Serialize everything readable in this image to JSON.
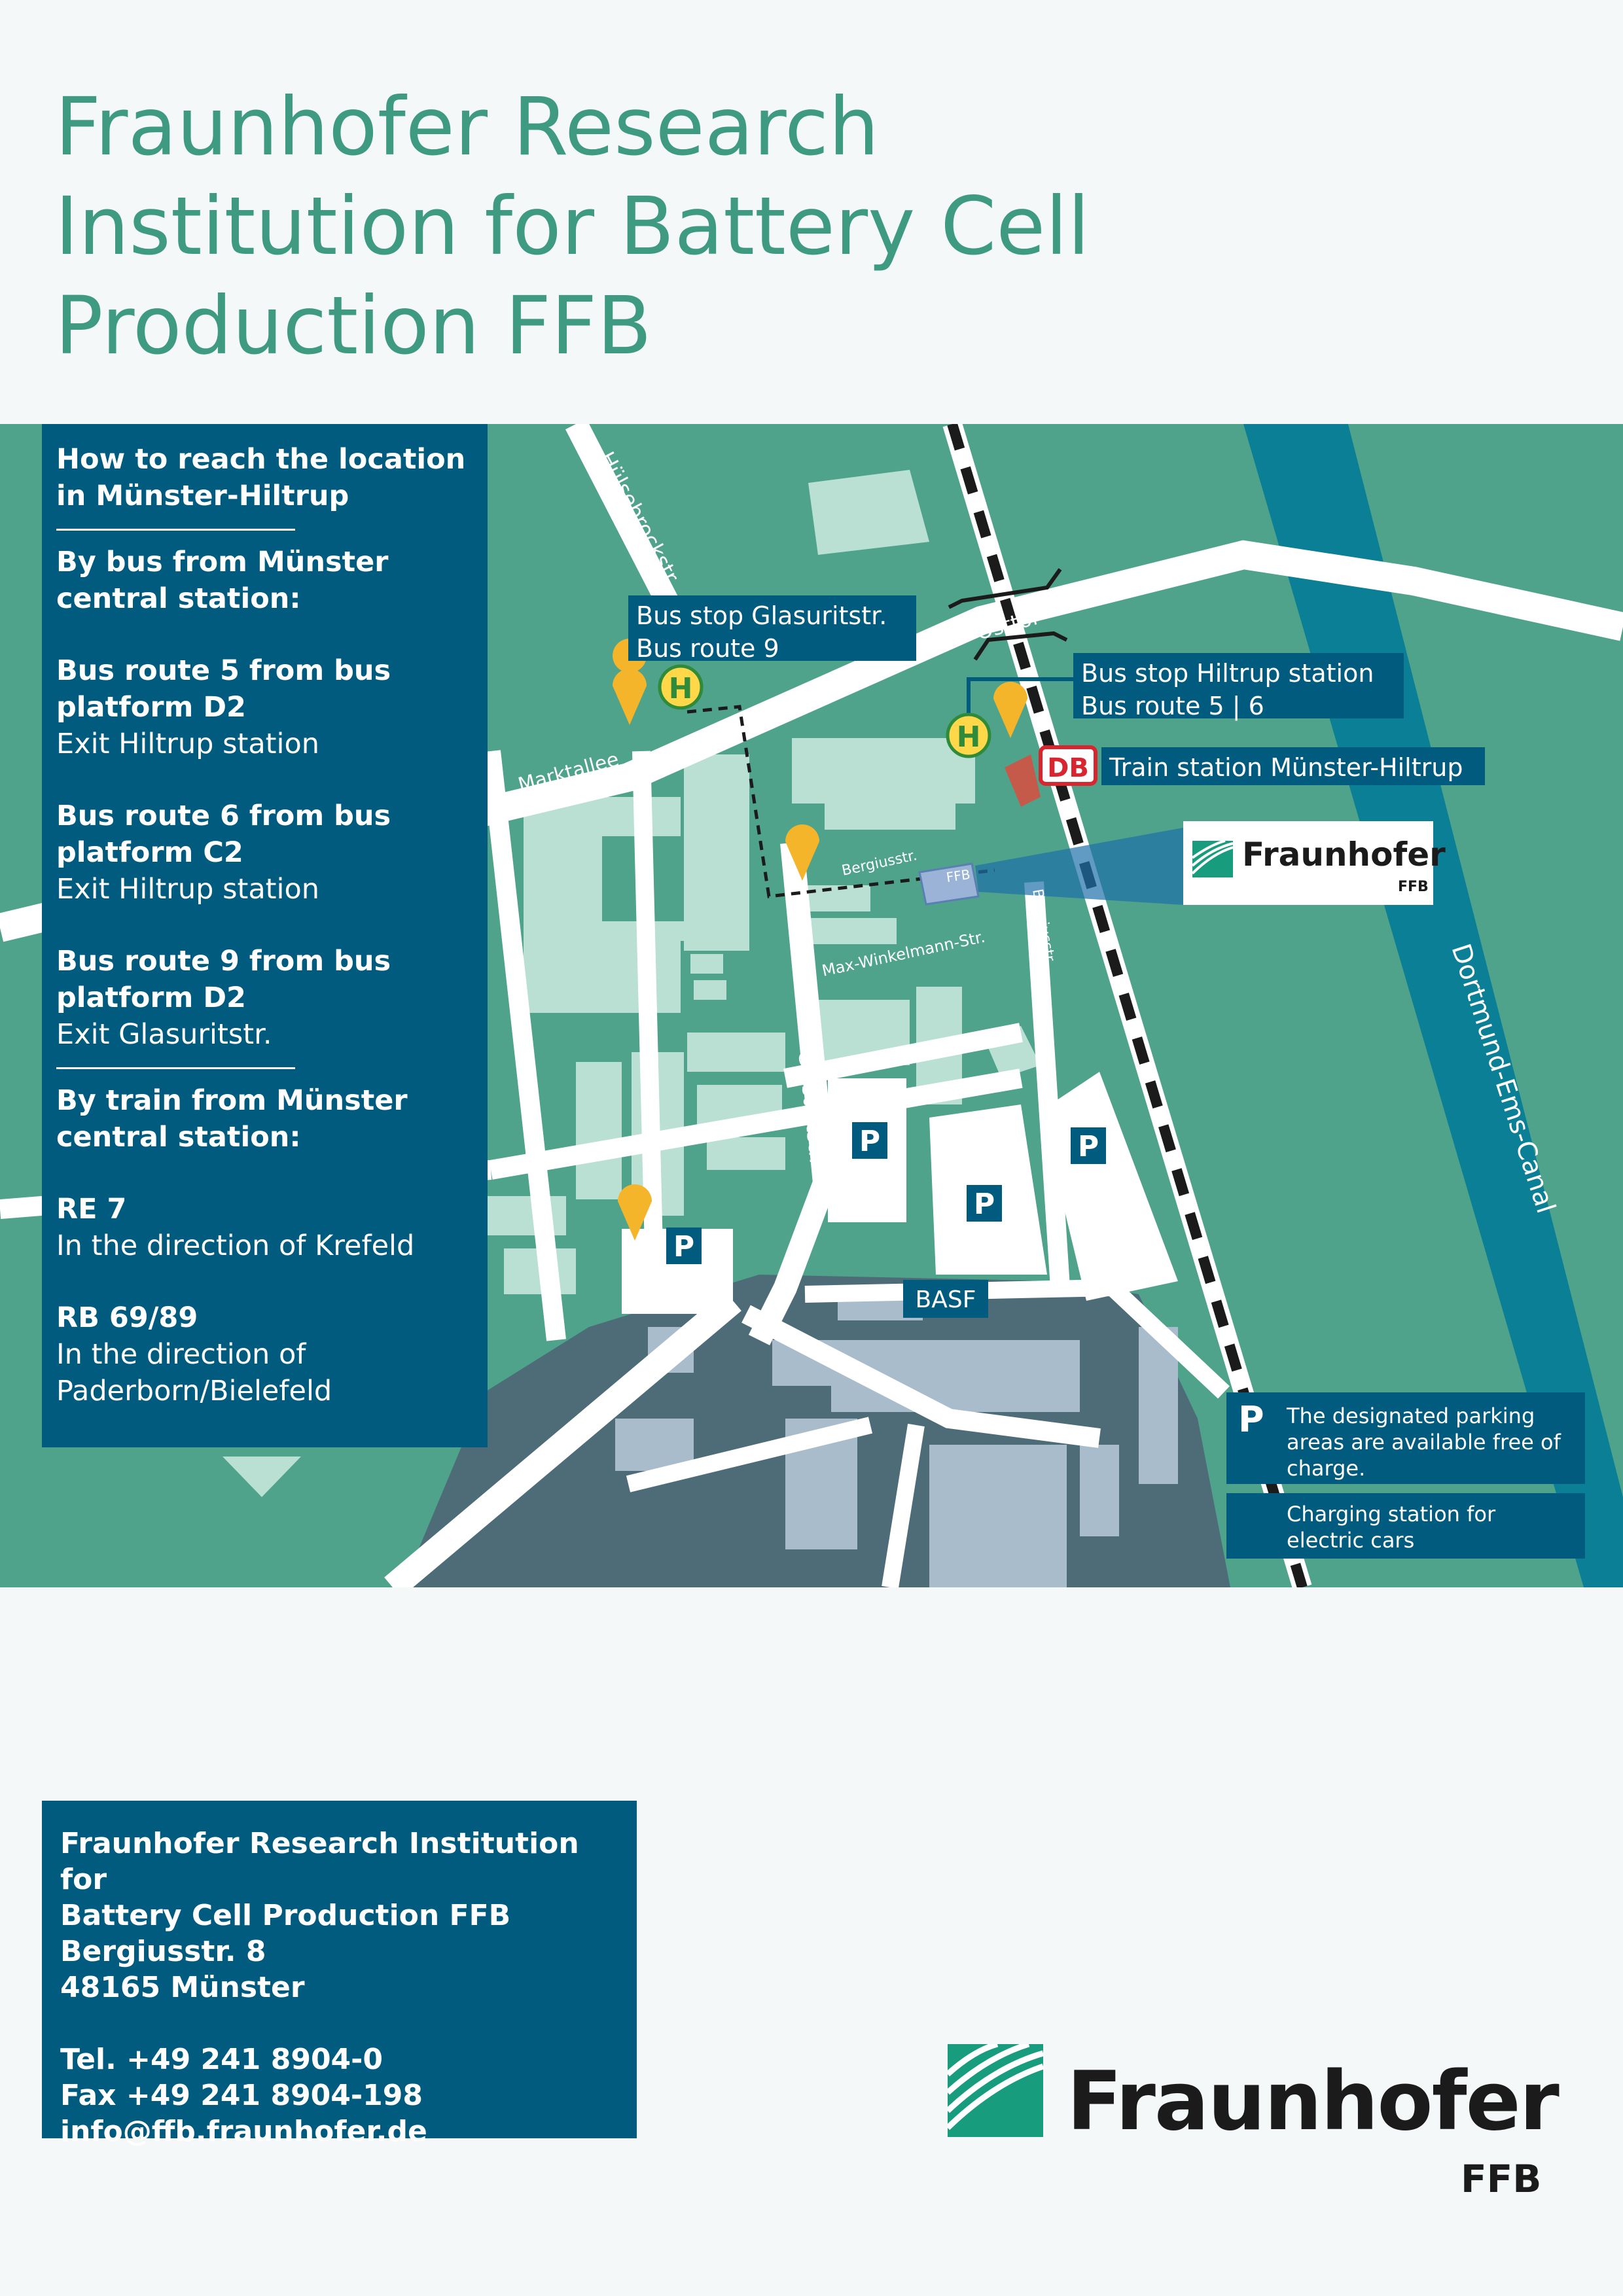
{
  "title": "Fraunhofer Research Institution for Battery Cell Production FFB",
  "directions": {
    "heading": "How to reach the location in Münster-Hiltrup",
    "bus_heading": "By bus from Münster central station:",
    "bus_routes": [
      {
        "route": "Bus route 5 from bus platform D2",
        "exit": "Exit Hiltrup station"
      },
      {
        "route": "Bus route 6 from bus platform C2",
        "exit": "Exit Hiltrup station"
      },
      {
        "route": "Bus route 9 from bus platform D2",
        "exit": "Exit Glasuritstr."
      }
    ],
    "train_heading": "By train from Münster central station:",
    "trains": [
      {
        "line": "RE 7",
        "direction": "In  the direction of Krefeld"
      },
      {
        "line": "RB 69/89",
        "direction": "In the direction of Paderborn/Bielefeld"
      }
    ]
  },
  "map": {
    "streets": {
      "huelsebrock": "Hülsebrockstr.",
      "osttor": "Osttor",
      "marktallee": "Marktallee",
      "bergius_horizontal": "Bergiusstr.",
      "bergius_vertical": "Bergiusstr.",
      "max_winkelmann": "Max-Winkelmann-Str.",
      "glasurit": "Glasuritstr."
    },
    "canal_label": "Dortmund-Ems-Canal",
    "building_label": "FFB",
    "basf_label": "BASF",
    "bus_stop_glasurit": {
      "line1": "Bus stop Glasuritstr.",
      "line2": "Bus route 9"
    },
    "bus_stop_hiltrup": {
      "line1": "Bus stop Hiltrup station",
      "line2": "Bus route 5 | 6"
    },
    "train_station": {
      "badge": "DB",
      "label": "Train station Münster-Hiltrup"
    },
    "bus_symbol": "H",
    "parking_symbol": "P",
    "map_logo": {
      "name": "Fraunhofer",
      "sub": "FFB"
    }
  },
  "legend": {
    "parking_symbol": "P",
    "parking": "The designated parking areas are available free of charge.",
    "charging": "Charging station for electric cars"
  },
  "contact": {
    "lines": [
      "Fraunhofer Research Institution for",
      "Battery Cell Production FFB",
      "Bergiusstr. 8",
      "48165 Münster"
    ],
    "tel": "Tel. +49 241 8904-0",
    "fax": "Fax +49 241 8904-198",
    "email": "info@ffb.fraunhofer.de"
  },
  "logo": {
    "name": "Fraunhofer",
    "sub": "FFB"
  },
  "colors": {
    "title": "#3f9a82",
    "map_green": "#4fa38a",
    "panel_blue": "#005b7f",
    "canal": "#0b7f95",
    "industrial": "#4d6c78",
    "charging_pin": "#f5b52a"
  }
}
